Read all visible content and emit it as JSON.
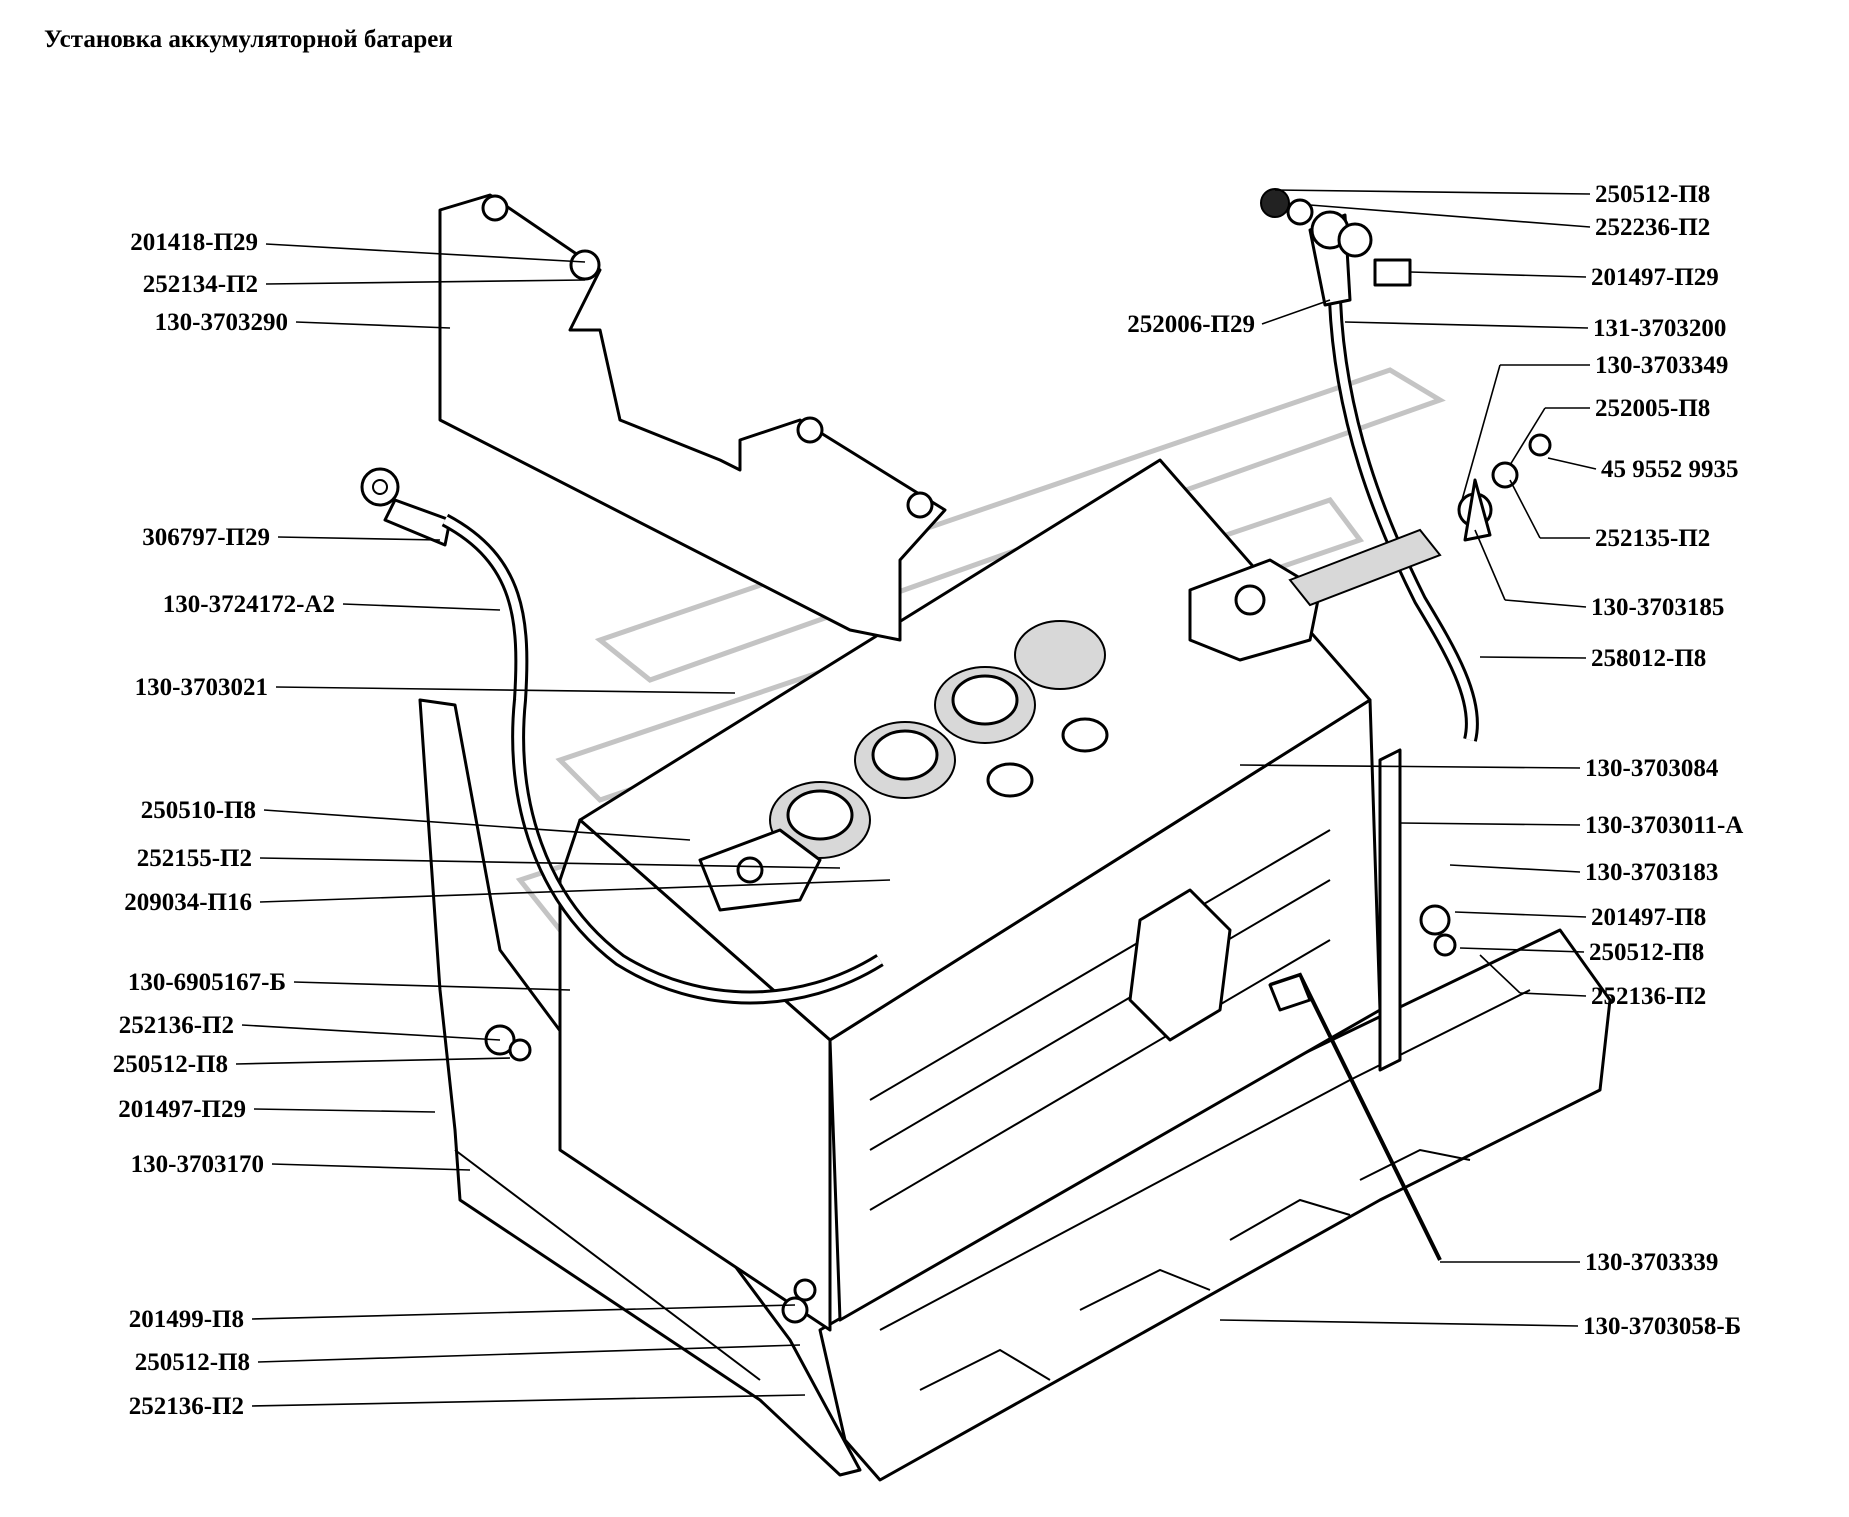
{
  "title": "Установка аккумуляторной батареи",
  "labels_left": [
    "201418-П29",
    "252134-П2",
    "130-3703290",
    "306797-П29",
    "130-3724172-А2",
    "130-3703021",
    "250510-П8",
    "252155-П2",
    "209034-П16",
    "130-6905167-Б",
    "252136-П2",
    "250512-П8",
    "201497-П29",
    "130-3703170",
    "201499-П8",
    "250512-П8",
    "252136-П2"
  ],
  "labels_right": [
    "250512-П8",
    "252236-П2",
    "201497-П29",
    "252006-П29",
    "131-3703200",
    "130-3703349",
    "252005-П8",
    "45 9552 9935",
    "252135-П2",
    "130-3703185",
    "258012-П8",
    "130-3703084",
    "130-3703011-А",
    "130-3703183",
    "201497-П8",
    "250512-П8",
    "252136-П2",
    "130-3703339",
    "130-3703058-Б"
  ]
}
